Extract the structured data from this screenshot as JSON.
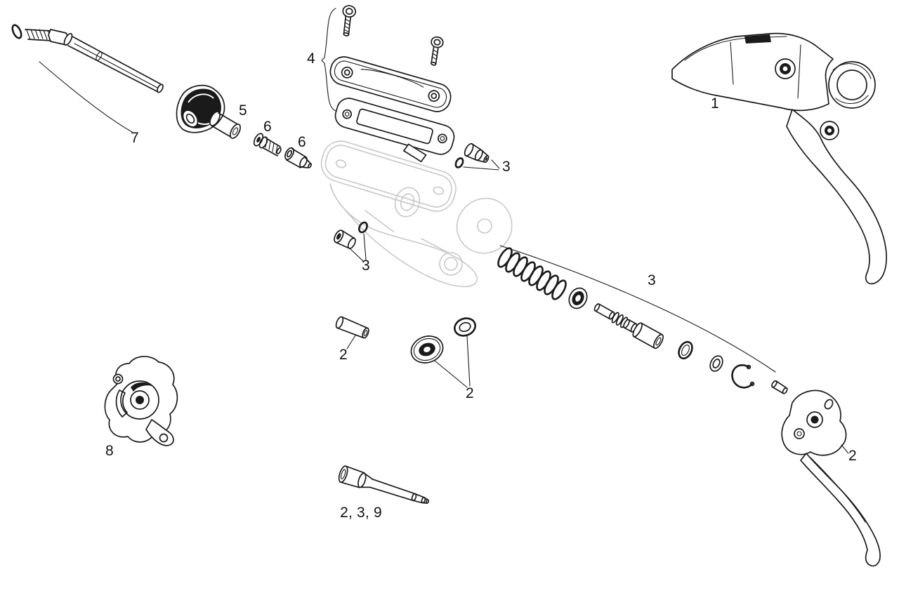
{
  "figure": {
    "type": "exploded-parts-diagram",
    "subject": "hydraulic brake lever assembly",
    "background_color": "#ffffff",
    "line_color": "#1a1a1a",
    "ghost_line_color": "#c8c8c8",
    "label_color": "#111111"
  },
  "labels": [
    {
      "part": "hose-fitting-assembly",
      "text": "7"
    },
    {
      "part": "compression-nut",
      "text": "5"
    },
    {
      "part": "compression-screw",
      "text": "6"
    },
    {
      "part": "compression-olive",
      "text": "6"
    },
    {
      "part": "reservoir-cover-kit",
      "text": "4"
    },
    {
      "part": "bleed-fitting-upper",
      "text": "3"
    },
    {
      "part": "lever-body",
      "text": "1"
    },
    {
      "part": "bleed-fitting-lower",
      "text": "3"
    },
    {
      "part": "piston-spring-kit",
      "text": "3"
    },
    {
      "part": "pivot-pin",
      "text": "2"
    },
    {
      "part": "bushing-set",
      "text": "2"
    },
    {
      "part": "cam",
      "text": "8"
    },
    {
      "part": "pushrod-kit",
      "text": "2, 3, 9"
    },
    {
      "part": "lever-blade",
      "text": "2"
    }
  ]
}
